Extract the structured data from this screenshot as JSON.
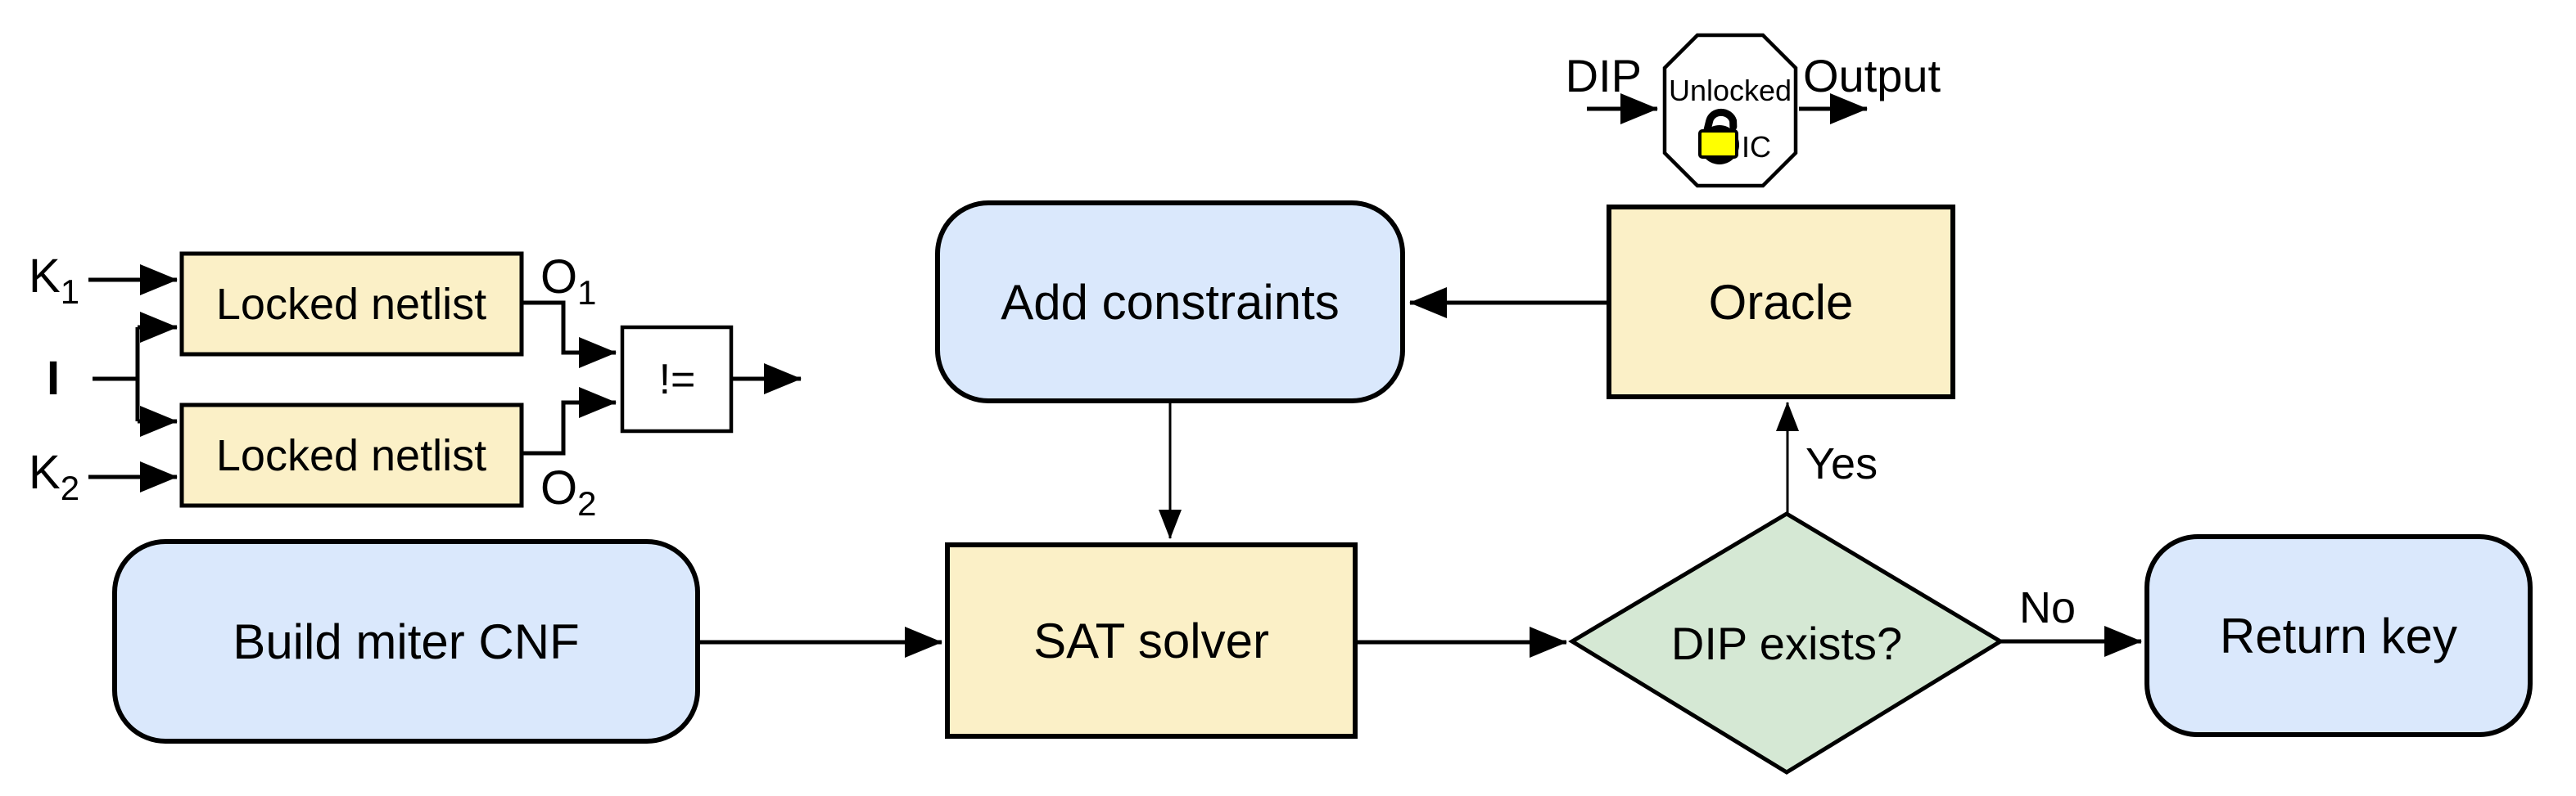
{
  "colors": {
    "background": "#FFFFFF",
    "process_fill": "#FBF0C7",
    "terminal_fill": "#DAE8FC",
    "decision_fill": "#D5E8D4",
    "comparator_fill": "#FFFFFF",
    "chip_fill": "#FFFFFF",
    "lock_body_fill": "#FFFF00",
    "line": "#000000"
  },
  "miter": {
    "k1": {
      "base": "K",
      "sub": "1"
    },
    "k2": {
      "base": "K",
      "sub": "2"
    },
    "input": "I",
    "top_box": "Locked netlist",
    "bottom_box": "Locked netlist",
    "o1": {
      "base": "O",
      "sub": "1"
    },
    "o2": {
      "base": "O",
      "sub": "2"
    },
    "comparator": "!="
  },
  "chip": {
    "input_label": "DIP",
    "line1": "Unlocked",
    "line2": "IC",
    "output_label": "Output"
  },
  "flow": {
    "add_constraints": "Add constraints",
    "oracle": "Oracle",
    "build_miter_cnf": "Build miter CNF",
    "sat_solver": "SAT solver",
    "dip_exists": "DIP exists?",
    "return_key": "Return key",
    "yes": "Yes",
    "no": "No"
  }
}
